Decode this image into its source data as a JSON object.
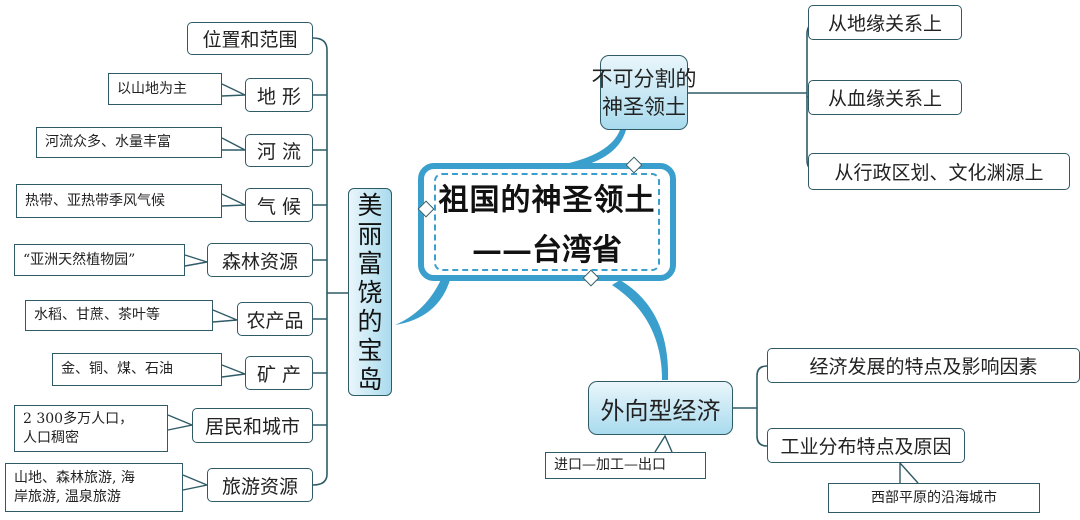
{
  "central": {
    "title": "祖国的神圣领土",
    "subtitle": "——台湾省"
  },
  "left_branch": {
    "title_chars": [
      "美",
      "丽",
      "富",
      "饶",
      "的",
      "宝",
      "岛"
    ],
    "items": [
      {
        "label": "位置和范围",
        "note": null
      },
      {
        "label": "地 形",
        "note": "以山地为主"
      },
      {
        "label": "河 流",
        "note": "河流众多、水量丰富"
      },
      {
        "label": "气 候",
        "note": "热带、亚热带季风气候"
      },
      {
        "label": "森林资源",
        "note": "“亚洲天然植物园”"
      },
      {
        "label": "农产品",
        "note": "水稻、甘蔗、茶叶等"
      },
      {
        "label": "矿 产",
        "note": "金、铜、煤、石油"
      },
      {
        "label": "居民和城市",
        "note_lines": [
          "2 300多万人口，",
          "人口稠密"
        ]
      },
      {
        "label": "旅游资源",
        "note_lines": [
          "山地、森林旅游, 海",
          "岸旅游, 温泉旅游"
        ]
      }
    ]
  },
  "top_branch": {
    "title_lines": [
      "不可分割的",
      "神圣领土"
    ],
    "items": [
      "从地缘关系上",
      "从血缘关系上",
      "从行政区划、文化渊源上"
    ]
  },
  "bottom_branch": {
    "title": "外向型经济",
    "note": "进口—加工—出口",
    "items": [
      "经济发展的特点及影响因素",
      "工业分布特点及原因"
    ],
    "item_note": "西部平原的沿海城市"
  },
  "colors": {
    "accent": "#3a9fcc",
    "line": "#2f5b66"
  }
}
